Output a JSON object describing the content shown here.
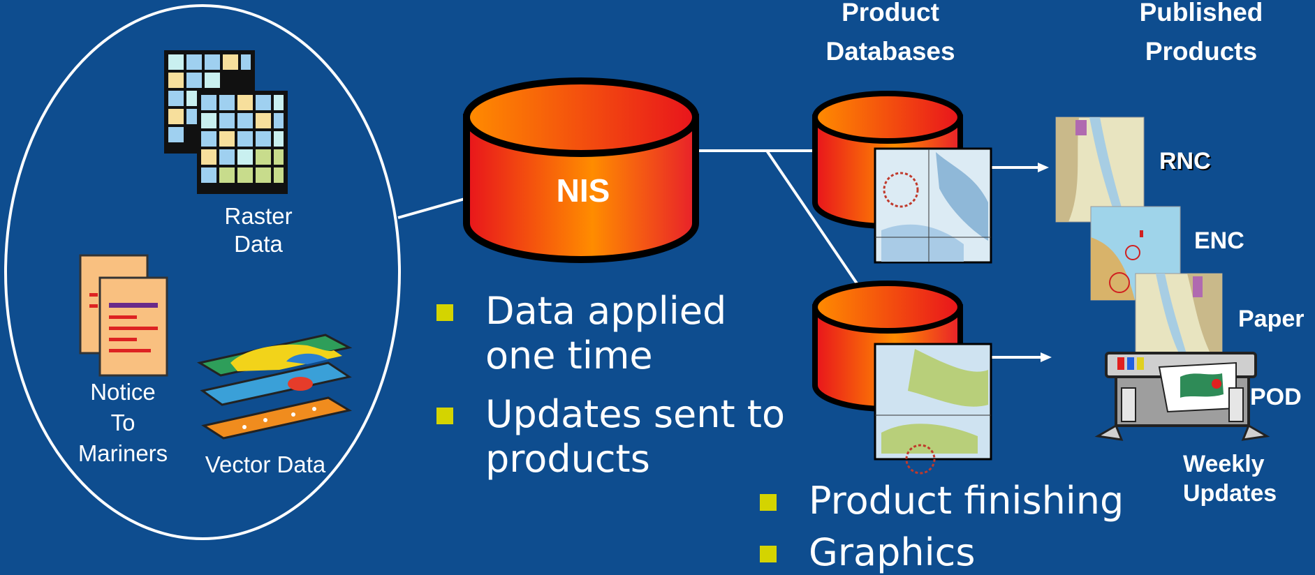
{
  "headers": {
    "product_databases": [
      "Product",
      "Databases"
    ],
    "published_products": [
      "Published",
      "Products"
    ]
  },
  "sources": {
    "raster": [
      "Raster",
      "Data"
    ],
    "notice": [
      "Notice",
      "To",
      "Mariners"
    ],
    "vector": "Vector Data"
  },
  "nis_label": "NIS",
  "bullets_left": [
    [
      "Data applied",
      "one time"
    ],
    [
      "Updates sent to",
      "products"
    ]
  ],
  "bullets_right": [
    "Product finishing",
    "Graphics"
  ],
  "products": {
    "rnc": "RNC",
    "enc": "ENC",
    "paper": "Paper",
    "pod": "POD",
    "weekly": [
      "Weekly",
      "Updates"
    ]
  },
  "colors": {
    "background": "#0e4d8f",
    "bullet": "#d4d400",
    "cylinder_outer": "#e8141c",
    "cylinder_inner": "#ff8c00"
  }
}
